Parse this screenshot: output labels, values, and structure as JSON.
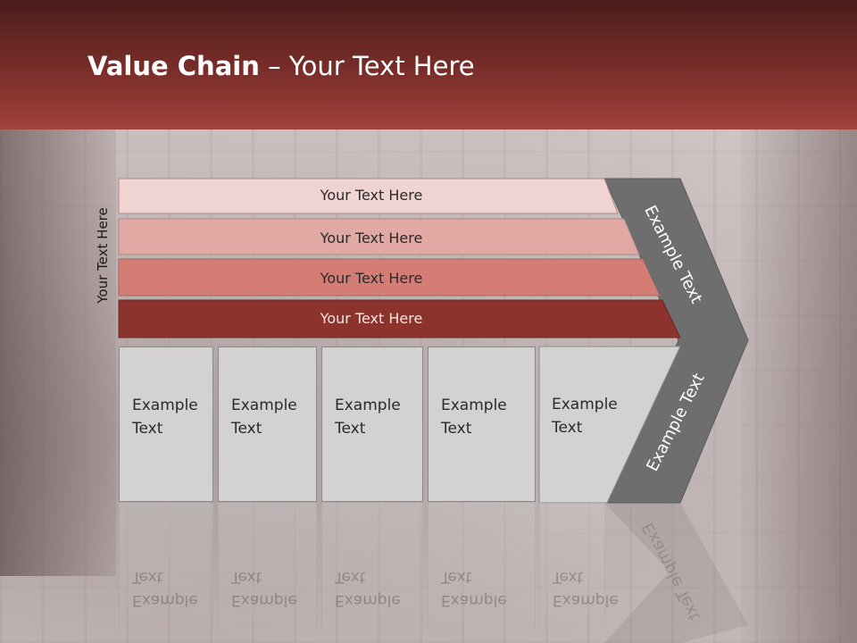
{
  "slide": {
    "title_bold": "Value Chain",
    "title_rest": " – Your Text Here",
    "side_label": "Your Text Here"
  },
  "rows": [
    {
      "label": "Your Text Here",
      "color": "#f0d4d2"
    },
    {
      "label": "Your Text Here",
      "color": "#e0a9a4"
    },
    {
      "label": "Your Text Here",
      "color": "#d57c74"
    },
    {
      "label": "Your Text Here",
      "color": "#8d332d"
    }
  ],
  "boxes": [
    {
      "line1": "Example",
      "line2": "Text"
    },
    {
      "line1": "Example",
      "line2": "Text"
    },
    {
      "line1": "Example",
      "line2": "Text"
    },
    {
      "line1": "Example",
      "line2": "Text"
    },
    {
      "line1": "Example",
      "line2": "Text"
    }
  ],
  "chevron": {
    "upper_label": "Example Text",
    "lower_label": "Example Text",
    "color": "#6e6e6e"
  },
  "colors": {
    "title_bar": "#7a2e2a",
    "box_fill": "#d3d1d1"
  }
}
